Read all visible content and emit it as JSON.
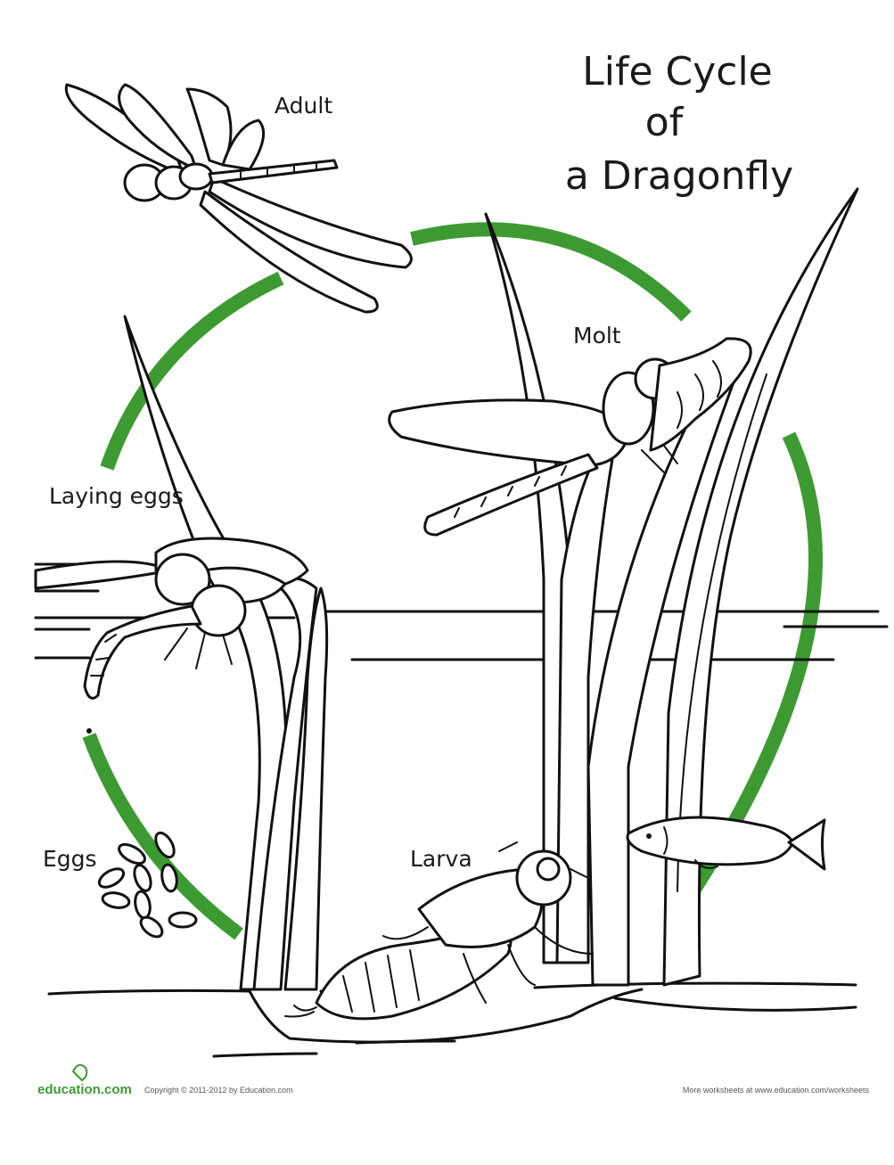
{
  "title": {
    "lines": [
      "Life Cycle",
      "of",
      "a Dragonfly"
    ]
  },
  "stages": {
    "adult": "Adult",
    "molt": "Molt",
    "laying_eggs": "Laying eggs",
    "eggs": "Eggs",
    "larva": "Larva"
  },
  "footer": {
    "brand": "education.com",
    "copyright": "Copyright © 2011-2012 by Education.com",
    "more": "More worksheets at www.education.com/worksheets"
  },
  "colors": {
    "cycle_arc": "#3d9a33",
    "ink": "#111111",
    "brand": "#3d9a33",
    "background": "#ffffff"
  },
  "icons": [
    "dragonfly-adult-icon",
    "dragonfly-molting-icon",
    "dragonfly-laying-eggs-icon",
    "egg-cluster-icon",
    "larva-icon",
    "fish-icon",
    "reed-icon",
    "education-logo-icon"
  ]
}
